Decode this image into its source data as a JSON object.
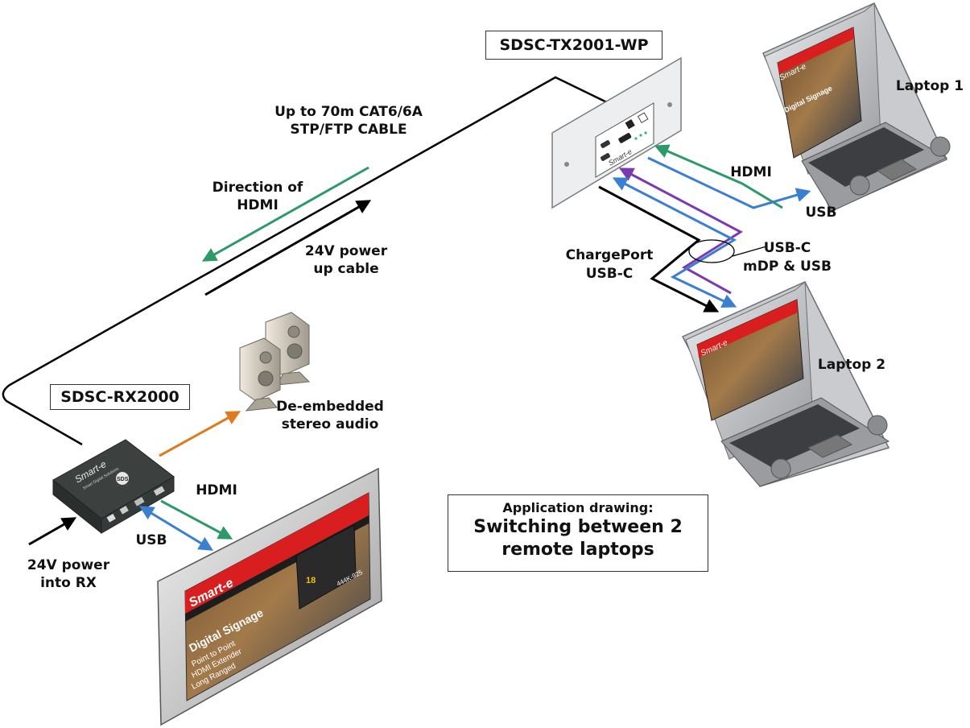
{
  "devices": {
    "tx": {
      "label": "SDSC-TX2001-WP",
      "brand": "Smart-e"
    },
    "rx": {
      "label": "SDSC-RX2000",
      "brand": "Smart-e",
      "tagline": "Smart Digital Solutions",
      "badge": "SDS"
    },
    "laptop1": {
      "label": "Laptop 1",
      "screen_brand": "Smart-e",
      "screen_text": "Digital Signage"
    },
    "laptop2": {
      "label": "Laptop 2",
      "screen_brand": "Smart-e"
    },
    "display": {
      "brand": "Smart-e",
      "headline": "Digital Signage",
      "lines": [
        "Point to Point",
        "HDMI Extender",
        "Long Ranged"
      ],
      "badge": "18",
      "model": "444K-925"
    }
  },
  "labels": {
    "cable": [
      "Up to 70m CAT6/6A",
      "STP/FTP CABLE"
    ],
    "direction": [
      "Direction of",
      "HDMI"
    ],
    "power_up": [
      "24V power",
      "up cable"
    ],
    "hdmi_tx": "HDMI",
    "usb_tx": "USB",
    "usbc": [
      "USB-C",
      "mDP & USB"
    ],
    "chargeport": [
      "ChargePort",
      "USB-C"
    ],
    "audio": [
      "De-embedded",
      "stereo audio"
    ],
    "hdmi_rx": "HDMI",
    "usb_rx": "USB",
    "power_in": [
      "24V power",
      "into RX"
    ]
  },
  "caption": {
    "small": "Application drawing:",
    "big": [
      "Switching between 2",
      "remote laptops"
    ]
  },
  "colors": {
    "hdmi": "#2e9a6a",
    "usb": "#3a7fd2",
    "usbc": "#7b3bb0",
    "audio": "#e07a1f",
    "cable": "#000000",
    "brand_red": "#d81e1e"
  }
}
